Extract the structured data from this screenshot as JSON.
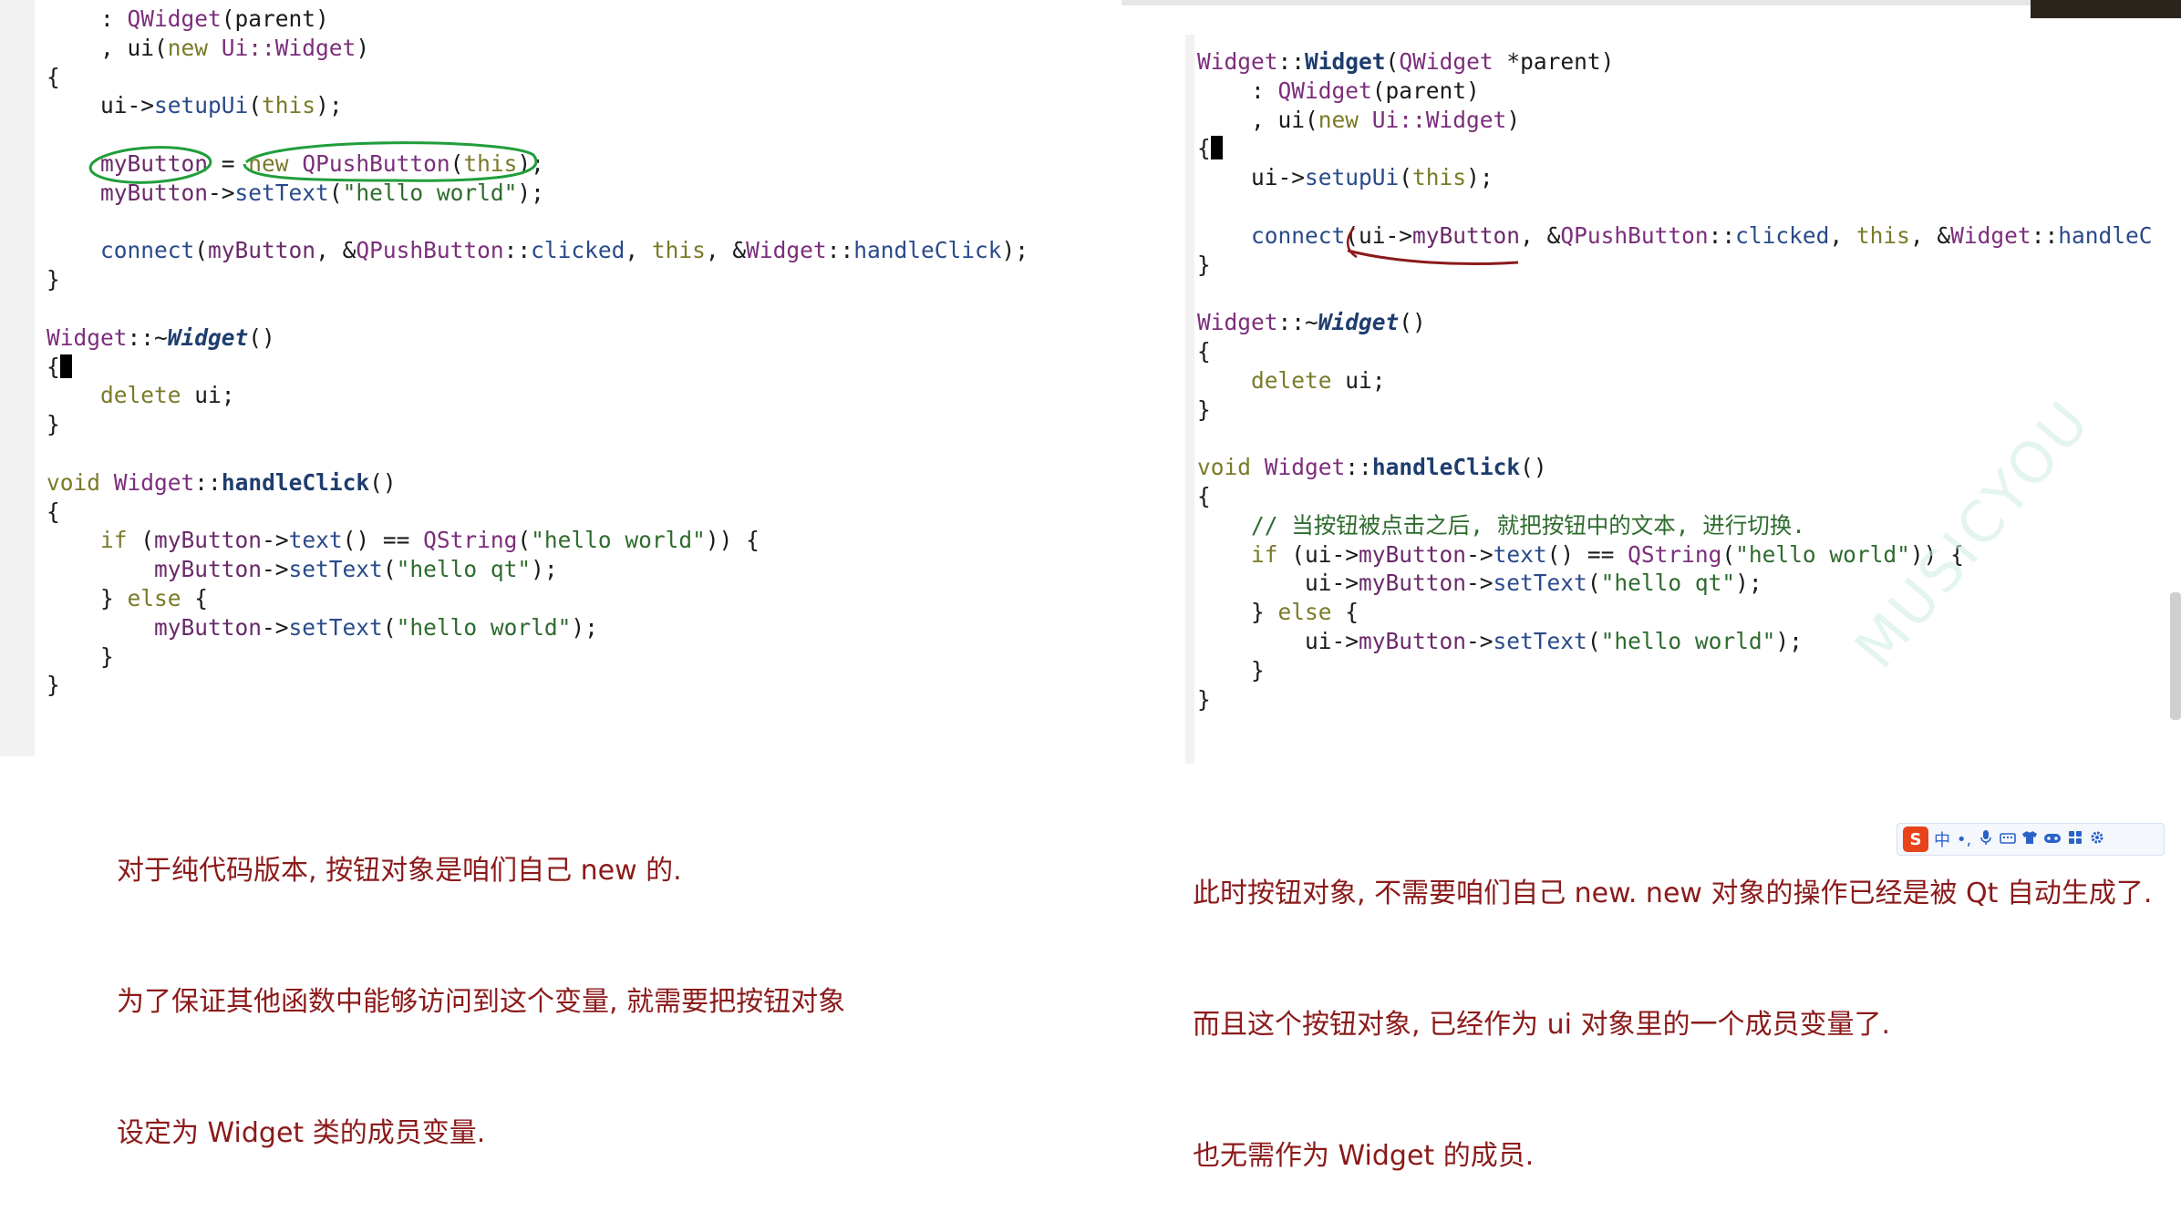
{
  "left_code": [
    [
      {
        "t": "    : "
      },
      {
        "t": "QWidget",
        "c": "cls"
      },
      {
        "t": "(parent)"
      }
    ],
    [
      {
        "t": "    , ui("
      },
      {
        "t": "new",
        "c": "kw"
      },
      {
        "t": " "
      },
      {
        "t": "Ui::Widget",
        "c": "cls"
      },
      {
        "t": ")"
      }
    ],
    [
      {
        "t": "{"
      }
    ],
    [
      {
        "t": "    ui->"
      },
      {
        "t": "setupUi",
        "c": "fn"
      },
      {
        "t": "("
      },
      {
        "t": "this",
        "c": "kw"
      },
      {
        "t": ");"
      }
    ],
    [
      {
        "t": ""
      }
    ],
    [
      {
        "t": "    "
      },
      {
        "t": "myButton",
        "c": "var"
      },
      {
        "t": " = "
      },
      {
        "t": "new",
        "c": "kw"
      },
      {
        "t": " "
      },
      {
        "t": "QPushButton",
        "c": "cls"
      },
      {
        "t": "("
      },
      {
        "t": "this",
        "c": "kw"
      },
      {
        "t": ");"
      }
    ],
    [
      {
        "t": "    "
      },
      {
        "t": "myButton",
        "c": "var"
      },
      {
        "t": "->"
      },
      {
        "t": "setText",
        "c": "fn"
      },
      {
        "t": "("
      },
      {
        "t": "\"hello world\"",
        "c": "str"
      },
      {
        "t": ");"
      }
    ],
    [
      {
        "t": ""
      }
    ],
    [
      {
        "t": "    "
      },
      {
        "t": "connect",
        "c": "fn"
      },
      {
        "t": "("
      },
      {
        "t": "myButton",
        "c": "var"
      },
      {
        "t": ", &"
      },
      {
        "t": "QPushButton",
        "c": "cls"
      },
      {
        "t": "::"
      },
      {
        "t": "clicked",
        "c": "fn"
      },
      {
        "t": ", "
      },
      {
        "t": "this",
        "c": "kw"
      },
      {
        "t": ", &"
      },
      {
        "t": "Widget",
        "c": "cls"
      },
      {
        "t": "::"
      },
      {
        "t": "handleClick",
        "c": "fn"
      },
      {
        "t": ");"
      }
    ],
    [
      {
        "t": "}"
      }
    ],
    [
      {
        "t": ""
      }
    ],
    [
      {
        "t": "Widget",
        "c": "cls"
      },
      {
        "t": "::~"
      },
      {
        "t": "Widget",
        "c": "fni"
      },
      {
        "t": "()"
      }
    ],
    [
      {
        "t": "{"
      },
      {
        "cursor": true
      }
    ],
    [
      {
        "t": "    "
      },
      {
        "t": "delete",
        "c": "kw"
      },
      {
        "t": " ui;"
      }
    ],
    [
      {
        "t": "}"
      }
    ],
    [
      {
        "t": ""
      }
    ],
    [
      {
        "t": "void",
        "c": "kw"
      },
      {
        "t": " "
      },
      {
        "t": "Widget",
        "c": "cls"
      },
      {
        "t": "::"
      },
      {
        "t": "handleClick",
        "c": "fnb"
      },
      {
        "t": "()"
      }
    ],
    [
      {
        "t": "{"
      }
    ],
    [
      {
        "t": "    "
      },
      {
        "t": "if",
        "c": "kw"
      },
      {
        "t": " ("
      },
      {
        "t": "myButton",
        "c": "var"
      },
      {
        "t": "->"
      },
      {
        "t": "text",
        "c": "fn"
      },
      {
        "t": "() == "
      },
      {
        "t": "QString",
        "c": "cls"
      },
      {
        "t": "("
      },
      {
        "t": "\"hello world\"",
        "c": "str"
      },
      {
        "t": ")) {"
      }
    ],
    [
      {
        "t": "        "
      },
      {
        "t": "myButton",
        "c": "var"
      },
      {
        "t": "->"
      },
      {
        "t": "setText",
        "c": "fn"
      },
      {
        "t": "("
      },
      {
        "t": "\"hello qt\"",
        "c": "str"
      },
      {
        "t": ");"
      }
    ],
    [
      {
        "t": "    } "
      },
      {
        "t": "else",
        "c": "kw"
      },
      {
        "t": " {"
      }
    ],
    [
      {
        "t": "        "
      },
      {
        "t": "myButton",
        "c": "var"
      },
      {
        "t": "->"
      },
      {
        "t": "setText",
        "c": "fn"
      },
      {
        "t": "("
      },
      {
        "t": "\"hello world\"",
        "c": "str"
      },
      {
        "t": ");"
      }
    ],
    [
      {
        "t": "    }"
      }
    ],
    [
      {
        "t": "}"
      }
    ]
  ],
  "right_code": [
    [
      {
        "t": "Widget",
        "c": "cls"
      },
      {
        "t": "::"
      },
      {
        "t": "Widget",
        "c": "fnb"
      },
      {
        "t": "("
      },
      {
        "t": "QWidget",
        "c": "cls"
      },
      {
        "t": " *parent)"
      }
    ],
    [
      {
        "t": "    : "
      },
      {
        "t": "QWidget",
        "c": "cls"
      },
      {
        "t": "(parent)"
      }
    ],
    [
      {
        "t": "    , ui("
      },
      {
        "t": "new",
        "c": "kw"
      },
      {
        "t": " "
      },
      {
        "t": "Ui::Widget",
        "c": "cls"
      },
      {
        "t": ")"
      }
    ],
    [
      {
        "t": "{"
      },
      {
        "cursor": true
      }
    ],
    [
      {
        "t": "    ui->"
      },
      {
        "t": "setupUi",
        "c": "fn"
      },
      {
        "t": "("
      },
      {
        "t": "this",
        "c": "kw"
      },
      {
        "t": ");"
      }
    ],
    [
      {
        "t": ""
      }
    ],
    [
      {
        "t": "    "
      },
      {
        "t": "connect",
        "c": "fn"
      },
      {
        "t": "(ui->"
      },
      {
        "t": "myButton",
        "c": "var"
      },
      {
        "t": ", &"
      },
      {
        "t": "QPushButton",
        "c": "cls"
      },
      {
        "t": "::"
      },
      {
        "t": "clicked",
        "c": "fn"
      },
      {
        "t": ", "
      },
      {
        "t": "this",
        "c": "kw"
      },
      {
        "t": ", &"
      },
      {
        "t": "Widget",
        "c": "cls"
      },
      {
        "t": "::"
      },
      {
        "t": "handleC",
        "c": "fn"
      }
    ],
    [
      {
        "t": "}"
      }
    ],
    [
      {
        "t": ""
      }
    ],
    [
      {
        "t": "Widget",
        "c": "cls"
      },
      {
        "t": "::~"
      },
      {
        "t": "Widget",
        "c": "fni"
      },
      {
        "t": "()"
      }
    ],
    [
      {
        "t": "{"
      }
    ],
    [
      {
        "t": "    "
      },
      {
        "t": "delete",
        "c": "kw"
      },
      {
        "t": " ui;"
      }
    ],
    [
      {
        "t": "}"
      }
    ],
    [
      {
        "t": ""
      }
    ],
    [
      {
        "t": "void",
        "c": "kw"
      },
      {
        "t": " "
      },
      {
        "t": "Widget",
        "c": "cls"
      },
      {
        "t": "::"
      },
      {
        "t": "handleClick",
        "c": "fnb"
      },
      {
        "t": "()"
      }
    ],
    [
      {
        "t": "{"
      }
    ],
    [
      {
        "t": "    "
      },
      {
        "t": "// 当按钮被点击之后, 就把按钮中的文本, 进行切换.",
        "c": "cmt"
      }
    ],
    [
      {
        "t": "    "
      },
      {
        "t": "if",
        "c": "kw"
      },
      {
        "t": " (ui->"
      },
      {
        "t": "myButton",
        "c": "var"
      },
      {
        "t": "->"
      },
      {
        "t": "text",
        "c": "fn"
      },
      {
        "t": "() == "
      },
      {
        "t": "QString",
        "c": "cls"
      },
      {
        "t": "("
      },
      {
        "t": "\"hello world\"",
        "c": "str"
      },
      {
        "t": ")) {"
      }
    ],
    [
      {
        "t": "        ui->"
      },
      {
        "t": "myButton",
        "c": "var"
      },
      {
        "t": "->"
      },
      {
        "t": "setText",
        "c": "fn"
      },
      {
        "t": "("
      },
      {
        "t": "\"hello qt\"",
        "c": "str"
      },
      {
        "t": ");"
      }
    ],
    [
      {
        "t": "    } "
      },
      {
        "t": "else",
        "c": "kw"
      },
      {
        "t": " {"
      }
    ],
    [
      {
        "t": "        ui->"
      },
      {
        "t": "myButton",
        "c": "var"
      },
      {
        "t": "->"
      },
      {
        "t": "setText",
        "c": "fn"
      },
      {
        "t": "("
      },
      {
        "t": "\"hello world\"",
        "c": "str"
      },
      {
        "t": ");"
      }
    ],
    [
      {
        "t": "    }"
      }
    ],
    [
      {
        "t": "}"
      }
    ]
  ],
  "left_note": {
    "line1": "对于纯代码版本, 按钮对象是咱们自己 new 的.",
    "line2": "为了保证其他函数中能够访问到这个变量, 就需要把按钮对象",
    "line3": "设定为 Widget 类的成员变量."
  },
  "right_note": {
    "line1": "此时按钮对象, 不需要咱们自己 new. new 对象的操作已经是被 Qt 自动生成了.",
    "line2": "而且这个按钮对象, 已经作为 ui 对象里的一个成员变量了.",
    "line3": "也无需作为 Widget 的成员."
  },
  "ime_toolbar": {
    "logo": "S",
    "lang": "中",
    "punct": "•,",
    "tools": [
      "mic-icon",
      "keyboard-icon",
      "shirt-icon",
      "gamepad-icon",
      "grid-icon",
      "gear-icon"
    ]
  },
  "watermark": "MUSICYOU",
  "colors": {
    "note_text": "#8b1a1a",
    "annotation_green": "#1f9e3a",
    "annotation_red": "#8b1a1a"
  }
}
